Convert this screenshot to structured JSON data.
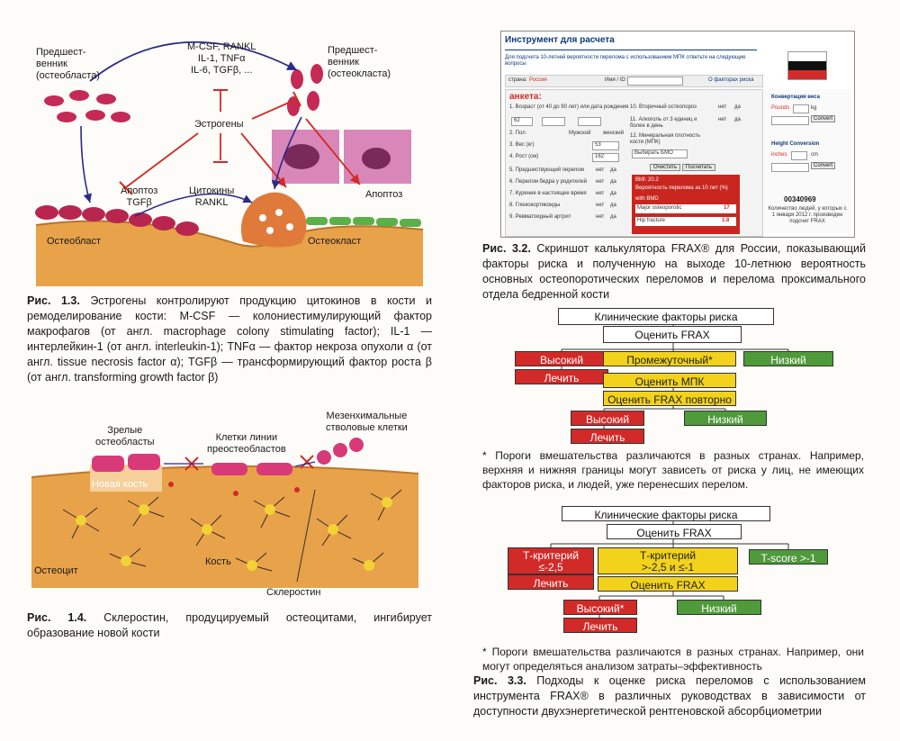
{
  "fig13": {
    "labels": {
      "preost_left": "Предшест-\nвенник\n(остеобласта)",
      "cytokines_top": "M-CSF, RANKL\nIL-1, TNFα\nIL-6, TGFβ, ...",
      "preost_right": "Предшест-\nвенник\n(остеокласта)",
      "estrogens": "Эстрогены",
      "apoptosis_left": "Апоптоз\nTGFβ",
      "cytokines_mid": "Цитокины\nRANKL",
      "apoptosis_right": "Апоптоз",
      "osteoblast": "Остеобласт",
      "osteoclast": "Остеокласт"
    },
    "caption_num": "Рис. 1.3.",
    "caption_text": " Эстрогены контролируют продукцию цитокинов в кости и ремоделирование кости: M-CSF — колониестимулирующий фактор макрофагов (от англ. macrophage colony stimulating factor); IL-1 — интерлейкин-1 (от англ. interleukin-1); TNFα — фактор некроза опухоли α (от англ. tissue necrosis factor α); TGFβ — трансформирующий фактор роста β (от англ. transforming growth factor β)"
  },
  "fig14": {
    "labels": {
      "mature": "Зрелые\nостеобласты",
      "lineage": "Клетки линии\nпреостеобластов",
      "mesench": "Мезенхимальные\nстволовые клетки",
      "new_bone": "Новая кость",
      "osteocyte": "Остеоцит",
      "bone": "Кость",
      "sclerostin": "Склеростин"
    },
    "caption_num": "Рис. 1.4.",
    "caption_text": " Склеростин, продуцируемый остеоцитами, ингибирует образование новой кости"
  },
  "frax": {
    "title": "Инструмент для расчета",
    "intro": "Для подсчета 10-летней вероятности перелома с использованием МПК ответьте на следующие вопросы",
    "country_label": "страна:",
    "country": "Россия",
    "name_label": "Имя / ID:",
    "risk_factors_link": "О факторах риска",
    "form_title": "анкета:",
    "questions": [
      "1. Возраст (от 40 до 90 лет) или дата рождения",
      "2. Пол",
      "3. Вес (кг)",
      "4. Рост (см)",
      "5. Предшествующий перелом",
      "6. Перелом бедра у родителей",
      "7. Курение в настоящее время",
      "8. Глюкокортикоиды",
      "9. Ревматоидный артрит"
    ],
    "questions_right": [
      "10. Вторичный остеопороз",
      "11. Алкоголь от 3 единиц и более в день",
      "12. Минеральная плотность кости (МПК)"
    ],
    "age_value": "62",
    "weight": "53",
    "height": "162",
    "sex_m": "Мужской",
    "sex_f": "женский",
    "no": "нет",
    "yes": "да",
    "select_bmd": "Выбирать БМО",
    "clear_btn": "Очистить",
    "calc_btn": "Посчитать",
    "bmi": "BMI: 20.2",
    "result_title": "Вероятность перелома за 10 лет (%)",
    "with_bmd": "with BMD",
    "major_label": "Major osteoporotic",
    "major_value": "17",
    "hip_label": "Hip fracture",
    "hip_value": "1.8",
    "weight_conv": "Конвертация веса",
    "pounds": "Pounds",
    "kg": "kg",
    "convert": "Convert",
    "height_conv": "Height Conversion",
    "inches": "inches",
    "cm": "cm",
    "counter": "00340969",
    "counter_text": "Количество людей, у которых с 1 января 2012 г. производен подсчет FRAX"
  },
  "fig32_caption_num": "Рис. 3.2.",
  "fig32_caption_text": " Скриншот калькулятора FRAX® для России, показывающий факторы риска и полученную на выходе 10-летнюю вероятность основных остеопоротических переломов и перелома проксимального отдела бедренной кости",
  "flow1": {
    "clinical": "Клинические факторы риска",
    "assess": "Оценить FRAX",
    "high": "Высокий",
    "intermediate": "Промежуточный*",
    "low": "Низкий",
    "treat": "Лечить",
    "assess_bmd": "Оценить МПК",
    "reassess": "Оценить FRAX повторно",
    "high2": "Высокий",
    "low2": "Низкий",
    "treat2": "Лечить"
  },
  "note1": "* Пороги вмешательства различаются в разных странах. Например, верхняя и нижняя границы могут зависеть от риска у лиц, не имеющих факторов риска, и людей, уже перенесших перелом.",
  "flow2": {
    "clinical": "Клинические факторы риска",
    "assess": "Оценить FRAX",
    "t_low": "Т-критерий\n≤-2,5",
    "t_mid": "Т-критерий\n>-2,5 и ≤-1",
    "t_high": "T-score >-1",
    "treat": "Лечить",
    "assess2": "Оценить FRAX",
    "high": "Высокий*",
    "low": "Низкий",
    "treat2": "Лечить"
  },
  "note2": "* Пороги вмешательства различаются в разных странах. Например, они могут определяться анализом затраты–эффективность",
  "fig33_caption_num": "Рис. 3.3.",
  "fig33_caption_text": " Подходы к оценке риска переломов с использованием инструмента FRAX® в различных руководствах в зависимости от доступности двухэнергетической рентгеновской абсорбциометрии",
  "colors": {
    "red": "#d22a28",
    "yellow": "#f3d21c",
    "green": "#4f9a3a",
    "bone": "#e8a24a",
    "cell_pink": "#d83a78"
  }
}
